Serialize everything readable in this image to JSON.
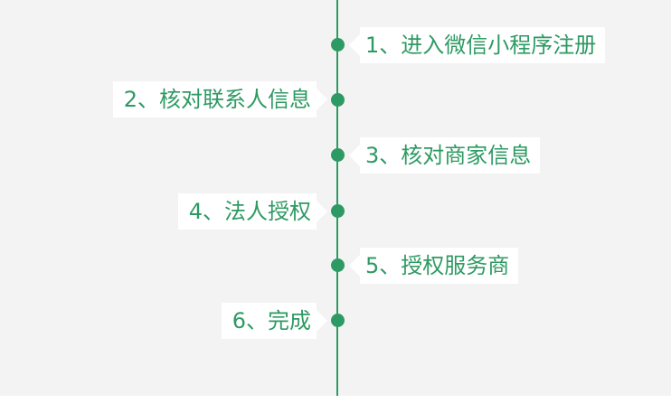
{
  "steps": [
    {
      "label": "1、进入微信小程序注册",
      "side": "right"
    },
    {
      "label": "2、核对联系人信息",
      "side": "left"
    },
    {
      "label": "3、核对商家信息",
      "side": "right"
    },
    {
      "label": "4、法人授权",
      "side": "left"
    },
    {
      "label": "5、授权服务商",
      "side": "right"
    },
    {
      "label": "6、完成",
      "side": "left"
    }
  ],
  "colors": {
    "accent": "#2e9a63",
    "background": "#f3f3f3",
    "bubble": "#ffffff"
  }
}
